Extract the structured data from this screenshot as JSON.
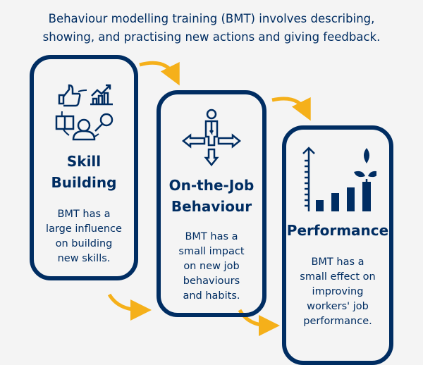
{
  "intro": {
    "line1": "Behaviour modelling training (BMT) involves describing,",
    "line2": "showing, and practising new actions and giving feedback."
  },
  "colors": {
    "navy": "#002d62",
    "arrow": "#f5b01a",
    "background": "#f4f4f4"
  },
  "stages": [
    {
      "icon": "skills-cycle-icon",
      "title1": "Skill",
      "title2": "Building",
      "desc": [
        "BMT has a",
        "large influence",
        "on building",
        "new skills."
      ]
    },
    {
      "icon": "person-directions-icon",
      "title1": "On-the-Job",
      "title2": "Behaviour",
      "desc": [
        "BMT has a",
        "small impact",
        "on new job",
        "behaviours",
        "and habits."
      ]
    },
    {
      "icon": "growth-chart-icon",
      "title1": "Performance",
      "desc": [
        "BMT has a",
        "small effect on",
        "improving",
        "workers' job",
        "performance."
      ]
    }
  ]
}
